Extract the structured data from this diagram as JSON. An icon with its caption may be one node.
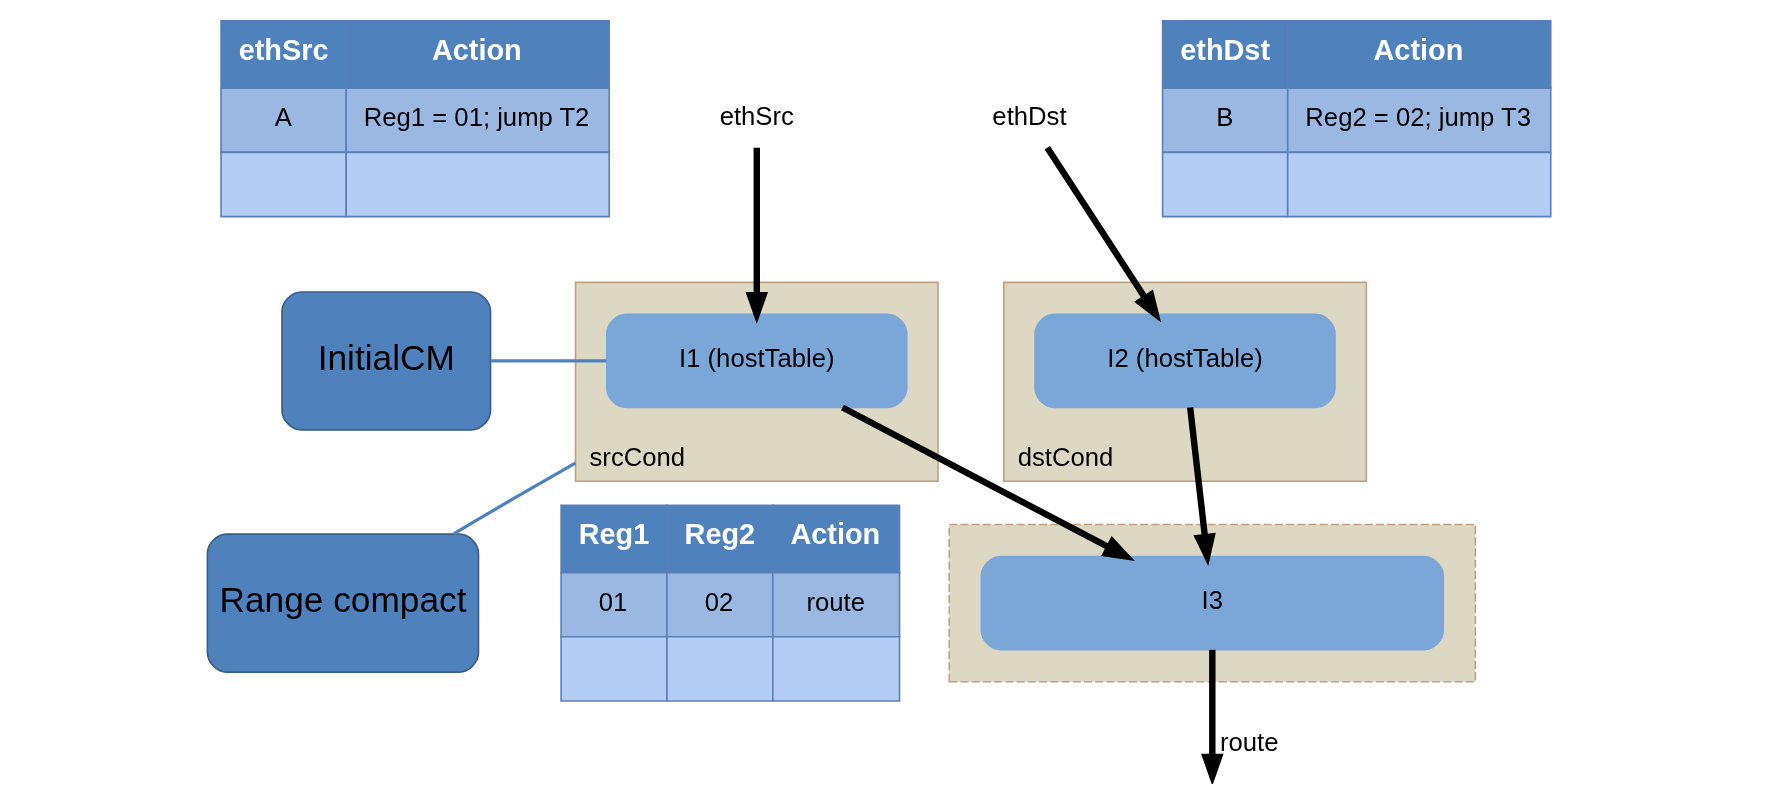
{
  "diagram": {
    "nodes": [
      {
        "text": [
          "srcCond"
        ]
      },
      {
        "text": [
          "I1 (hostTable)"
        ],
        "in": 0
      },
      {
        "text": [
          "dstCond"
        ]
      },
      {
        "text": [
          "I2 (hostTable)"
        ],
        "in": 2
      },
      {
        "text": [],
        "shape": "box"
      },
      {
        "text": [
          "I3"
        ],
        "in": 4
      },
      {
        "text": [
          "ethSrc"
        ]
      },
      {
        "text": [
          "ethDst"
        ]
      },
      {
        "text": [
          "InitialCM"
        ]
      },
      {
        "text": [
          "Range compact"
        ]
      }
    ],
    "edges": [
      {
        "from": 6,
        "to": 1,
        "arrow": "to"
      },
      {
        "from": 7,
        "to": 3,
        "arrow": "to"
      },
      {
        "from": 1,
        "to": 5,
        "arrow": "to"
      },
      {
        "from": 3,
        "to": 5,
        "arrow": "to"
      },
      {
        "from": 5,
        "to": null,
        "arrow": "to",
        "label": "route"
      },
      {
        "from": 8,
        "to": 1,
        "arrow": "none",
        "color": "#4f81bd"
      },
      {
        "from": 9,
        "to": 0,
        "arrow": "none",
        "color": "#4f81bd"
      }
    ],
    "labels": [
      "ethSrc",
      "Action",
      "A",
      "Reg1 = 01; jump T2",
      "ethDst",
      "Action",
      "B",
      "Reg2 = 02; jump T3",
      "Reg1",
      "Reg2",
      "Action",
      "01",
      "02",
      "route"
    ]
  }
}
